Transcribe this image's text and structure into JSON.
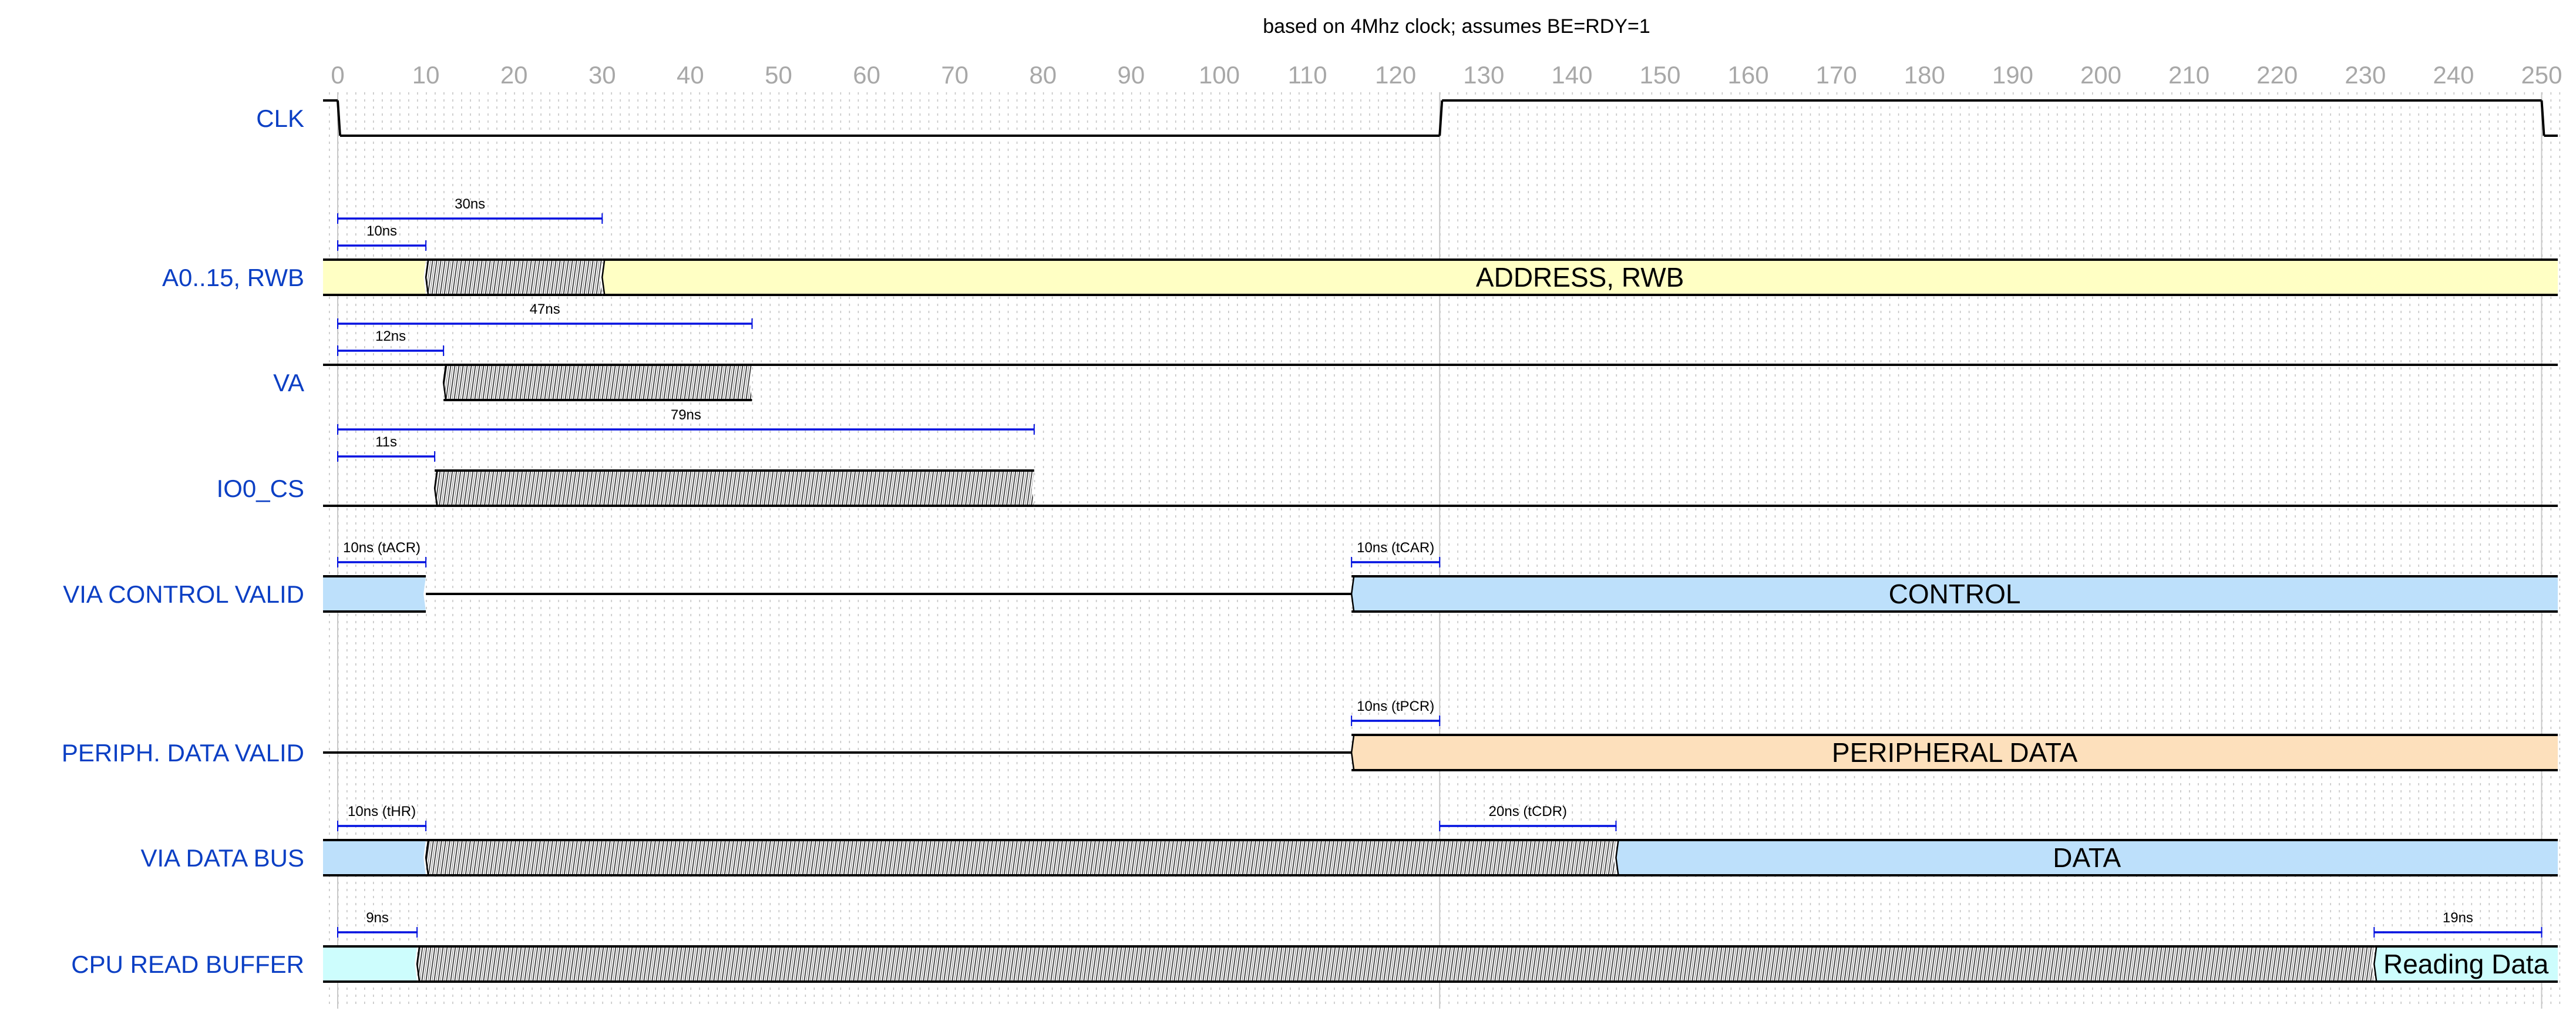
{
  "chart_data": {
    "type": "timing",
    "title": "based on 4Mhz clock; assumes BE=RDY=1",
    "x_unit": "ns",
    "xlim": [
      0,
      250
    ],
    "ticks": [
      0,
      10,
      20,
      30,
      40,
      50,
      60,
      70,
      80,
      90,
      100,
      110,
      120,
      130,
      140,
      150,
      160,
      170,
      180,
      190,
      200,
      210,
      220,
      230,
      240,
      250
    ],
    "major_gridlines": [
      0,
      125,
      250
    ],
    "colors": {
      "address": "#ffffc4",
      "control": "#bde0fb",
      "peripheral": "#fde0bc",
      "buffer": "#cdfdfd",
      "label": "#0b3fc4",
      "measure": "#0010e0"
    },
    "signals": [
      {
        "name": "CLK",
        "segments": [
          {
            "from": null,
            "to": 0,
            "state": "high"
          },
          {
            "from": 0,
            "to": 125,
            "state": "low"
          },
          {
            "from": 125,
            "to": 250,
            "state": "high"
          },
          {
            "from": 250,
            "to": null,
            "state": "low"
          }
        ],
        "measures": []
      },
      {
        "name": "A0..15, RWB",
        "segments": [
          {
            "from": null,
            "to": 10,
            "state": "bus",
            "color": "address"
          },
          {
            "from": 10,
            "to": 30,
            "state": "x"
          },
          {
            "from": 30,
            "to": null,
            "state": "bus",
            "color": "address",
            "label": "ADDRESS, RWB"
          }
        ],
        "measures": [
          {
            "from": 0,
            "to": 30,
            "label": "30ns",
            "level": 2
          },
          {
            "from": 0,
            "to": 10,
            "label": "10ns",
            "level": 1
          }
        ]
      },
      {
        "name": "VA",
        "segments": [
          {
            "from": null,
            "to": 12,
            "state": "high"
          },
          {
            "from": 12,
            "to": 47,
            "state": "x"
          },
          {
            "from": 47,
            "to": null,
            "state": "high"
          }
        ],
        "measures": [
          {
            "from": 0,
            "to": 47,
            "label": "47ns",
            "level": 2
          },
          {
            "from": 0,
            "to": 12,
            "label": "12ns",
            "level": 1
          }
        ]
      },
      {
        "name": "IO0_CS",
        "segments": [
          {
            "from": null,
            "to": 11,
            "state": "low"
          },
          {
            "from": 11,
            "to": 79,
            "state": "x"
          },
          {
            "from": 79,
            "to": null,
            "state": "low"
          }
        ],
        "measures": [
          {
            "from": 0,
            "to": 79,
            "label": "79ns",
            "level": 2
          },
          {
            "from": 0,
            "to": 11,
            "label": "11s",
            "level": 1
          }
        ]
      },
      {
        "name": "VIA CONTROL VALID",
        "segments": [
          {
            "from": null,
            "to": 10,
            "state": "bus",
            "color": "control"
          },
          {
            "from": 10,
            "to": 115,
            "state": "mid"
          },
          {
            "from": 115,
            "to": null,
            "state": "bus",
            "color": "control",
            "label": "CONTROL"
          }
        ],
        "measures": [
          {
            "from": 0,
            "to": 10,
            "label": "10ns (tACR)",
            "level": 1
          },
          {
            "from": 115,
            "to": 125,
            "label": "10ns (tCAR)",
            "level": 1
          }
        ]
      },
      {
        "name": "PERIPH. DATA VALID",
        "segments": [
          {
            "from": null,
            "to": 115,
            "state": "mid"
          },
          {
            "from": 115,
            "to": null,
            "state": "bus",
            "color": "peripheral",
            "label": "PERIPHERAL DATA"
          }
        ],
        "measures": [
          {
            "from": 115,
            "to": 125,
            "label": "10ns (tPCR)",
            "level": 1
          }
        ]
      },
      {
        "name": "VIA DATA BUS",
        "segments": [
          {
            "from": null,
            "to": 10,
            "state": "bus",
            "color": "control"
          },
          {
            "from": 10,
            "to": 145,
            "state": "x"
          },
          {
            "from": 145,
            "to": null,
            "state": "bus",
            "color": "control",
            "label": "DATA"
          }
        ],
        "measures": [
          {
            "from": 0,
            "to": 10,
            "label": "10ns (tHR)",
            "level": 1
          },
          {
            "from": 125,
            "to": 145,
            "label": "20ns (tCDR)",
            "level": 1
          }
        ]
      },
      {
        "name": "CPU READ BUFFER",
        "segments": [
          {
            "from": null,
            "to": 9,
            "state": "bus",
            "color": "buffer"
          },
          {
            "from": 9,
            "to": 231,
            "state": "x"
          },
          {
            "from": 231,
            "to": null,
            "state": "bus",
            "color": "buffer",
            "label": "Reading Data"
          }
        ],
        "measures": [
          {
            "from": 0,
            "to": 9,
            "label": "9ns",
            "level": 1
          },
          {
            "from": 231,
            "to": 250,
            "label": "19ns",
            "level": 1
          }
        ]
      }
    ]
  }
}
